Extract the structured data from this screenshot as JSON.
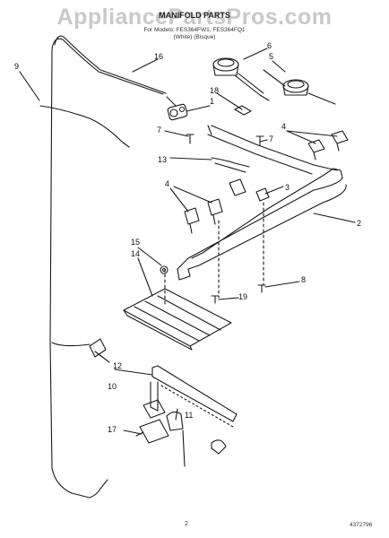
{
  "header": {
    "watermark": "AppliancePartsPros.com",
    "title": "MANIFOLD PARTS",
    "model_line": "For Models: FES364FW1, FES364FQ1",
    "color_line": "(White)     (Bisque)"
  },
  "callouts": {
    "c1": "1",
    "c2": "2",
    "c3": "3",
    "c4a": "4",
    "c4b": "4",
    "c5": "5",
    "c6": "6",
    "c7a": "7",
    "c7b": "7",
    "c8": "8",
    "c9": "9",
    "c10": "10",
    "c11": "11",
    "c12": "12",
    "c13": "13",
    "c14": "14",
    "c15": "15",
    "c16": "16",
    "c17": "17",
    "c18": "18",
    "c19": "19"
  },
  "footer": {
    "page_number": "2",
    "part_code": "4372796"
  }
}
